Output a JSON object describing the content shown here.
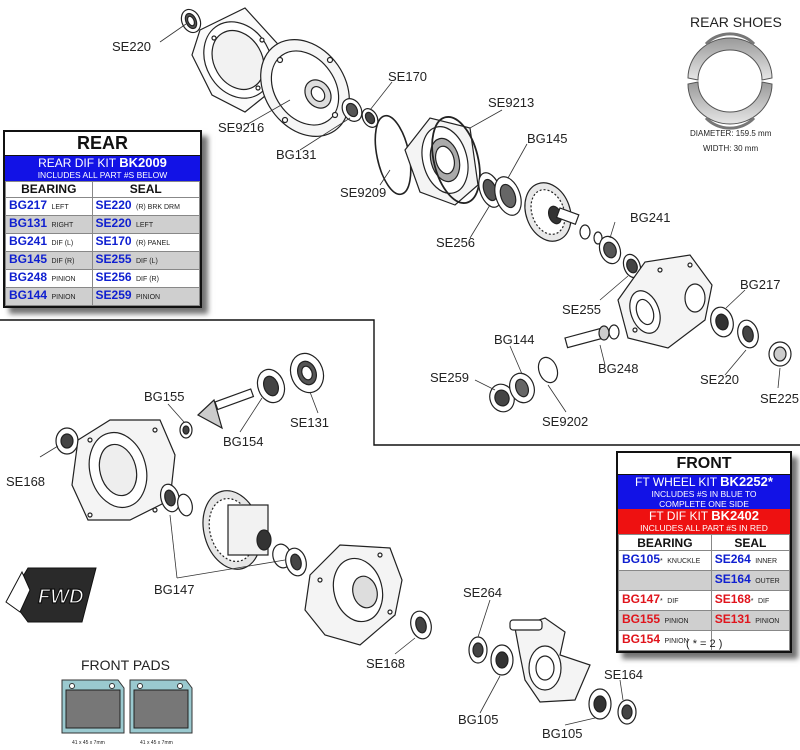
{
  "labels": {
    "SE220_top": "SE220",
    "SE9216": "SE9216",
    "SE170": "SE170",
    "BG131": "BG131",
    "SE9213": "SE9213",
    "SE9209": "SE9209",
    "BG145": "BG145",
    "SE256": "SE256",
    "BG241": "BG241",
    "BG217": "BG217",
    "SE255": "SE255",
    "BG144": "BG144",
    "SE259": "SE259",
    "BG248": "BG248",
    "SE220_right": "SE220",
    "SE9202": "SE9202",
    "SE225": "SE225",
    "BG155": "BG155",
    "BG154": "BG154",
    "SE131": "SE131",
    "SE168_left": "SE168",
    "BG147": "BG147",
    "SE264": "SE264",
    "SE168_bottom": "SE168",
    "SE164": "SE164",
    "BG105_a": "BG105",
    "BG105_b": "BG105"
  },
  "rear_shoes": {
    "title": "REAR SHOES",
    "diameter": "DIAMETER: 159.5 mm",
    "width": "WIDTH: 30 mm"
  },
  "front_pads": {
    "title": "FRONT PADS",
    "size_left": "41 x 45 x 7mm",
    "size_right": "41 x 45 x 7mm"
  },
  "fwd": "FWD",
  "rear_kit": {
    "title": "REAR",
    "kit_line1_prefix": "REAR DIF KIT ",
    "kit_code": "BK2009",
    "kit_line2": "INCLUDES ALL PART #S BELOW",
    "col_bearing": "BEARING",
    "col_seal": "SEAL",
    "rows": [
      {
        "b_code": "BG217",
        "b_desc": "LEFT",
        "s_code": "SE220",
        "s_desc": "(R)  BRK DRM"
      },
      {
        "b_code": "BG131",
        "b_desc": "RIGHT",
        "s_code": "SE220",
        "s_desc": "LEFT"
      },
      {
        "b_code": "BG241",
        "b_desc": "DIF (L)",
        "s_code": "SE170",
        "s_desc": "(R) PANEL"
      },
      {
        "b_code": "BG145",
        "b_desc": "DIF (R)",
        "s_code": "SE255",
        "s_desc": "DIF (L)"
      },
      {
        "b_code": "BG248",
        "b_desc": "PINION",
        "s_code": "SE256",
        "s_desc": "DIF (R)"
      },
      {
        "b_code": "BG144",
        "b_desc": "PINION",
        "s_code": "SE259",
        "s_desc": "PINION"
      }
    ]
  },
  "front_kit": {
    "title": "FRONT",
    "wheel_line1_prefix": "FT WHEEL KIT ",
    "wheel_code": "BK2252*",
    "wheel_line2": "INCLUDES #S IN BLUE TO",
    "wheel_line3": "COMPLETE ONE SIDE",
    "dif_line1_prefix": "FT DIF KIT ",
    "dif_code": "BK2402",
    "dif_line2": "INCLUDES ALL PART #S IN RED",
    "col_bearing": "BEARING",
    "col_seal": "SEAL",
    "rows": [
      {
        "b_code": "BG105",
        "b_star": "*",
        "b_desc": "KNUCKLE",
        "s_code": "SE264",
        "s_star": "",
        "s_desc": "INNER"
      },
      {
        "b_code": "",
        "b_star": "",
        "b_desc": "",
        "s_code": "SE164",
        "s_star": "",
        "s_desc": "OUTER"
      },
      {
        "b_code": "BG147",
        "b_star": "*",
        "b_desc": "DIF",
        "s_code": "SE168",
        "s_star": "*",
        "s_desc": "DIF"
      },
      {
        "b_code": "BG155",
        "b_star": "",
        "b_desc": "PINION",
        "s_code": "SE131",
        "s_star": "",
        "s_desc": "PINION"
      },
      {
        "b_code": "BG154",
        "b_star": "",
        "b_desc": "PINION",
        "s_code": "",
        "s_star": "",
        "s_desc": ""
      }
    ],
    "note": "( * = 2 )"
  },
  "colors": {
    "blue": "#1212e6",
    "red": "#ee1111",
    "row_gray": "#cfcfcf"
  }
}
